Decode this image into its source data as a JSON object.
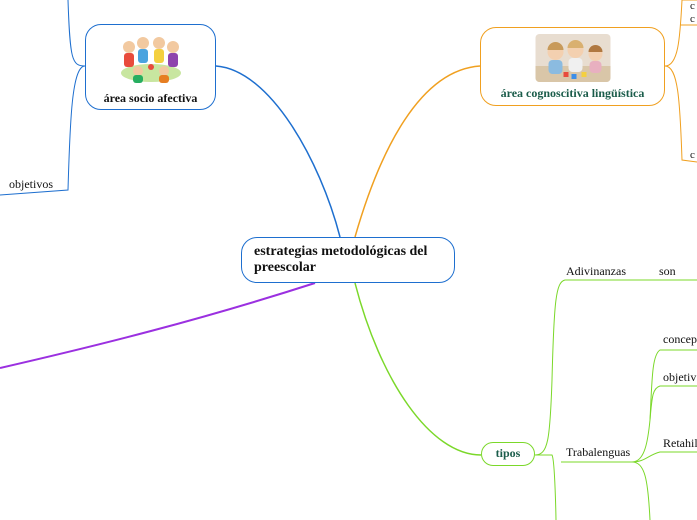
{
  "central": {
    "label": "estrategias metodológicas del preescolar"
  },
  "socio": {
    "label": "área socio afectiva",
    "image_icon": "children-sitting-circle-illustration"
  },
  "cognitiva": {
    "label": "área cognoscitiva lingüística",
    "image_icon": "children-playing-photo"
  },
  "socio_child": {
    "label": "objetivos"
  },
  "tipos": {
    "label": "tipos",
    "children": [
      "Adivinanzas",
      "Trabalenguas"
    ]
  },
  "adivinanzas_child": {
    "label": "son"
  },
  "trabalenguas_children": [
    "concep",
    "objetiv",
    "Retahil"
  ],
  "edge_fragments": {
    "c1": "c",
    "c2": "c",
    "c3": "c"
  },
  "colors": {
    "blue": "#1e6fcf",
    "orange": "#f0a020",
    "green": "#7bd82a",
    "purple": "#9b30e0"
  }
}
